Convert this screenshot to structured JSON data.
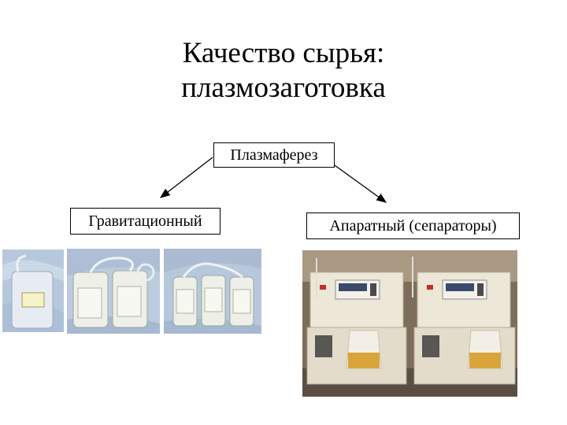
{
  "slide": {
    "title_line1": "Качество сырья:",
    "title_line2": "плазмозаготовка"
  },
  "diagram": {
    "root": "Плазмаферез",
    "left": "Гравитационный",
    "right": "Апаратный (сепараторы)"
  },
  "colors": {
    "bag_background": "#b9c9dc",
    "machine_body": "#ece6d6",
    "plasma": "#d9a43a"
  },
  "images": {
    "bags": [
      "blood-bag-photo-1",
      "blood-bag-photo-2",
      "blood-bag-photo-3"
    ],
    "machines": "plasma-separator-photo"
  }
}
